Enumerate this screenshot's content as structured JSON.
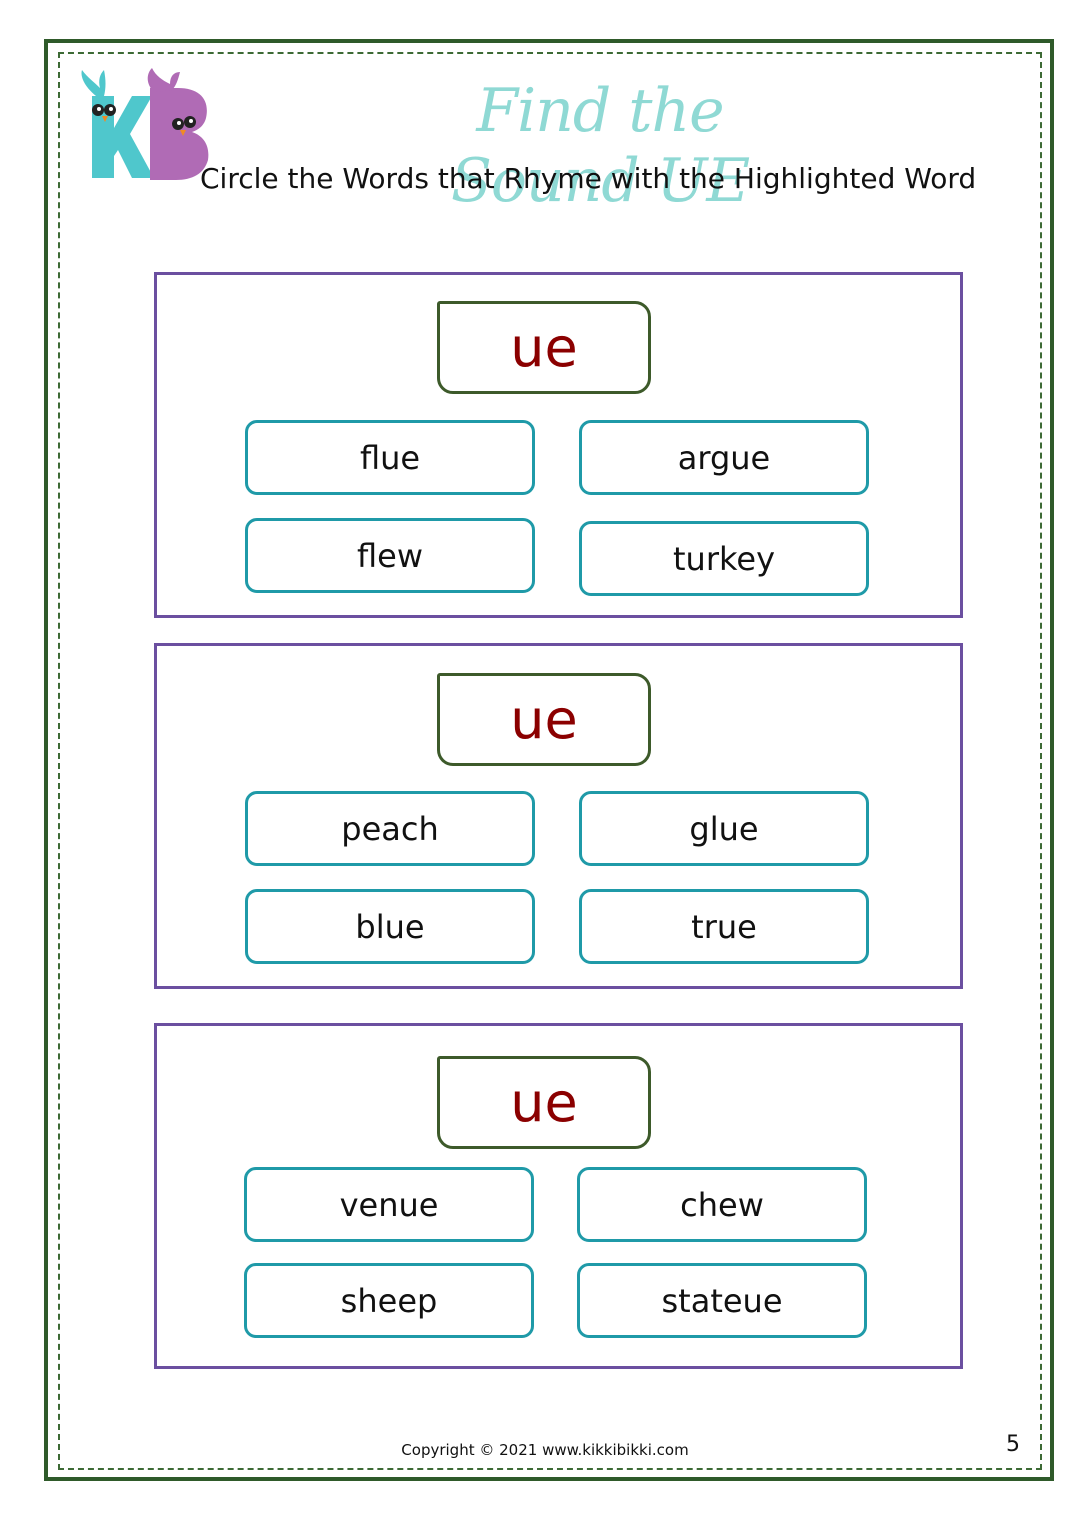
{
  "colors": {
    "frame": "#2f5a2a",
    "panel_border": "#6b4fa0",
    "word_border": "#1f9aa8",
    "target_text": "#8b0000",
    "title": "#8fd9d4",
    "logo_k": "#4fc7cc",
    "logo_b": "#b06bb5"
  },
  "header": {
    "title": "Find the Sound UE",
    "instruction": "Circle the Words that Rhyme with the Highlighted Word"
  },
  "logo": {
    "icon": "kb-birds-logo-icon",
    "letters": "KB"
  },
  "panels": [
    {
      "target": "ue",
      "words": [
        "flue",
        "argue",
        "flew",
        "turkey"
      ]
    },
    {
      "target": "ue",
      "words": [
        "peach",
        "glue",
        "blue",
        "true"
      ]
    },
    {
      "target": "ue",
      "words": [
        "venue",
        "chew",
        "sheep",
        "stateue"
      ]
    }
  ],
  "footer": {
    "copyright": "Copyright © 2021 www.kikkibikki.com",
    "page_number": "5"
  }
}
